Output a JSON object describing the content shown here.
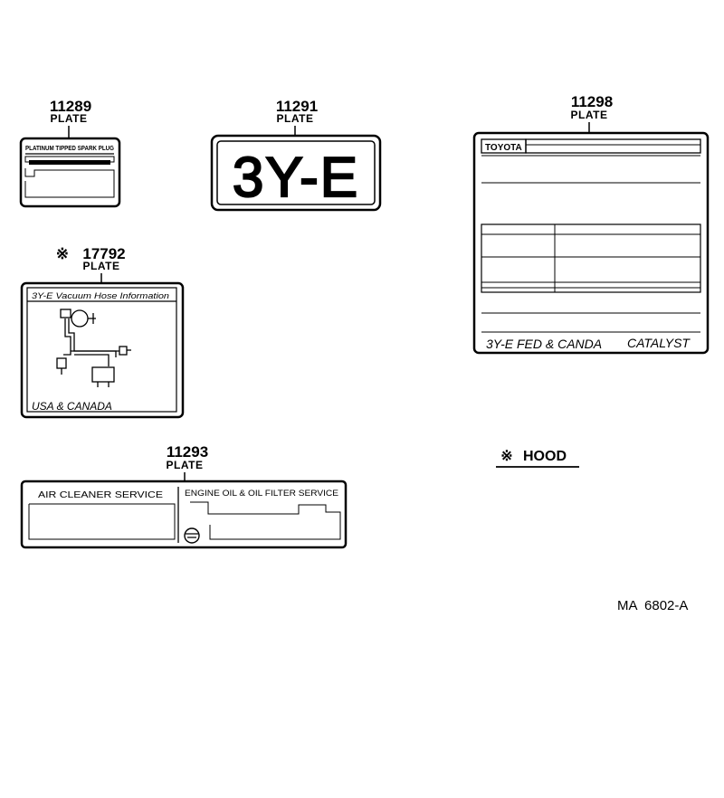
{
  "plates": {
    "p11289": {
      "part_no": "11289",
      "caption": "PLATE",
      "text": "PLATINUM TIPPED SPARK PLUG"
    },
    "p11291": {
      "part_no": "11291",
      "caption": "PLATE",
      "text": "3Y-E"
    },
    "p11298": {
      "part_no": "11298",
      "caption": "PLATE",
      "brand": "TOYOTA",
      "footer_left": "3Y-E  FED & CANDA",
      "footer_right": "CATALYST"
    },
    "p17792": {
      "mark": "※",
      "part_no": "17792",
      "caption": "PLATE",
      "title": "3Y-E  Vacuum Hose Information",
      "footer": "USA & CANADA"
    },
    "p11293": {
      "part_no": "11293",
      "caption": "PLATE",
      "left_title": "AIR  CLEANER SERVICE",
      "right_title": "ENGINE OIL & OIL FILTER SERVICE"
    }
  },
  "hood_note": {
    "mark": "※",
    "label": "HOOD"
  },
  "figure_code": "MA  6802-A"
}
